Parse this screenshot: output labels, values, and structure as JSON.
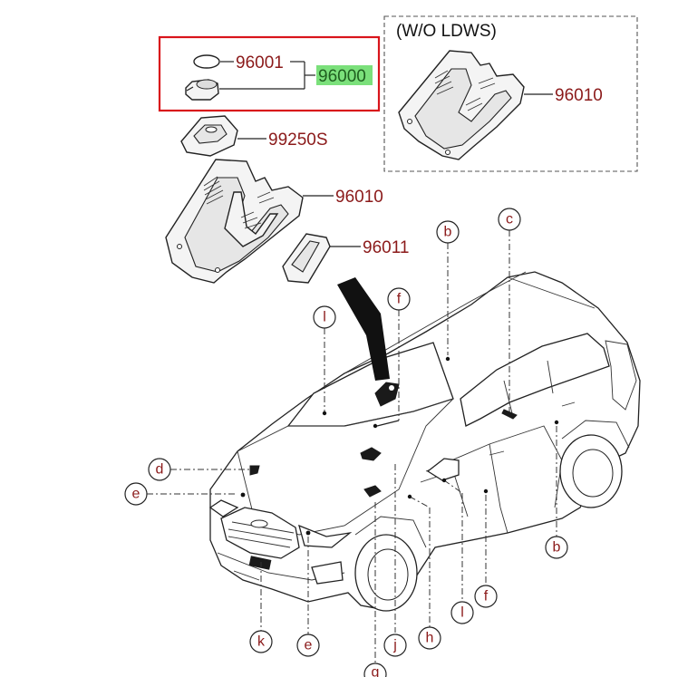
{
  "highlight_color": "#7be07b",
  "frame_color": "#d9141b",
  "part_color": "#8b1a1a",
  "wo_ldws_caption": "(W/O LDWS)",
  "parts": {
    "p96001": "96001",
    "p96000": "96000",
    "p99250s": "99250S",
    "p96010_top": "96010",
    "p96010_main": "96010",
    "p96011": "96011"
  },
  "callouts": {
    "b_top": "b",
    "c": "c",
    "f_top": "f",
    "l_top": "l",
    "d": "d",
    "e_left": "e",
    "b_right": "b",
    "k": "k",
    "e_bottom": "e",
    "g": "g",
    "j": "j",
    "h": "h",
    "l_bottom": "l",
    "f_bottom": "f"
  }
}
